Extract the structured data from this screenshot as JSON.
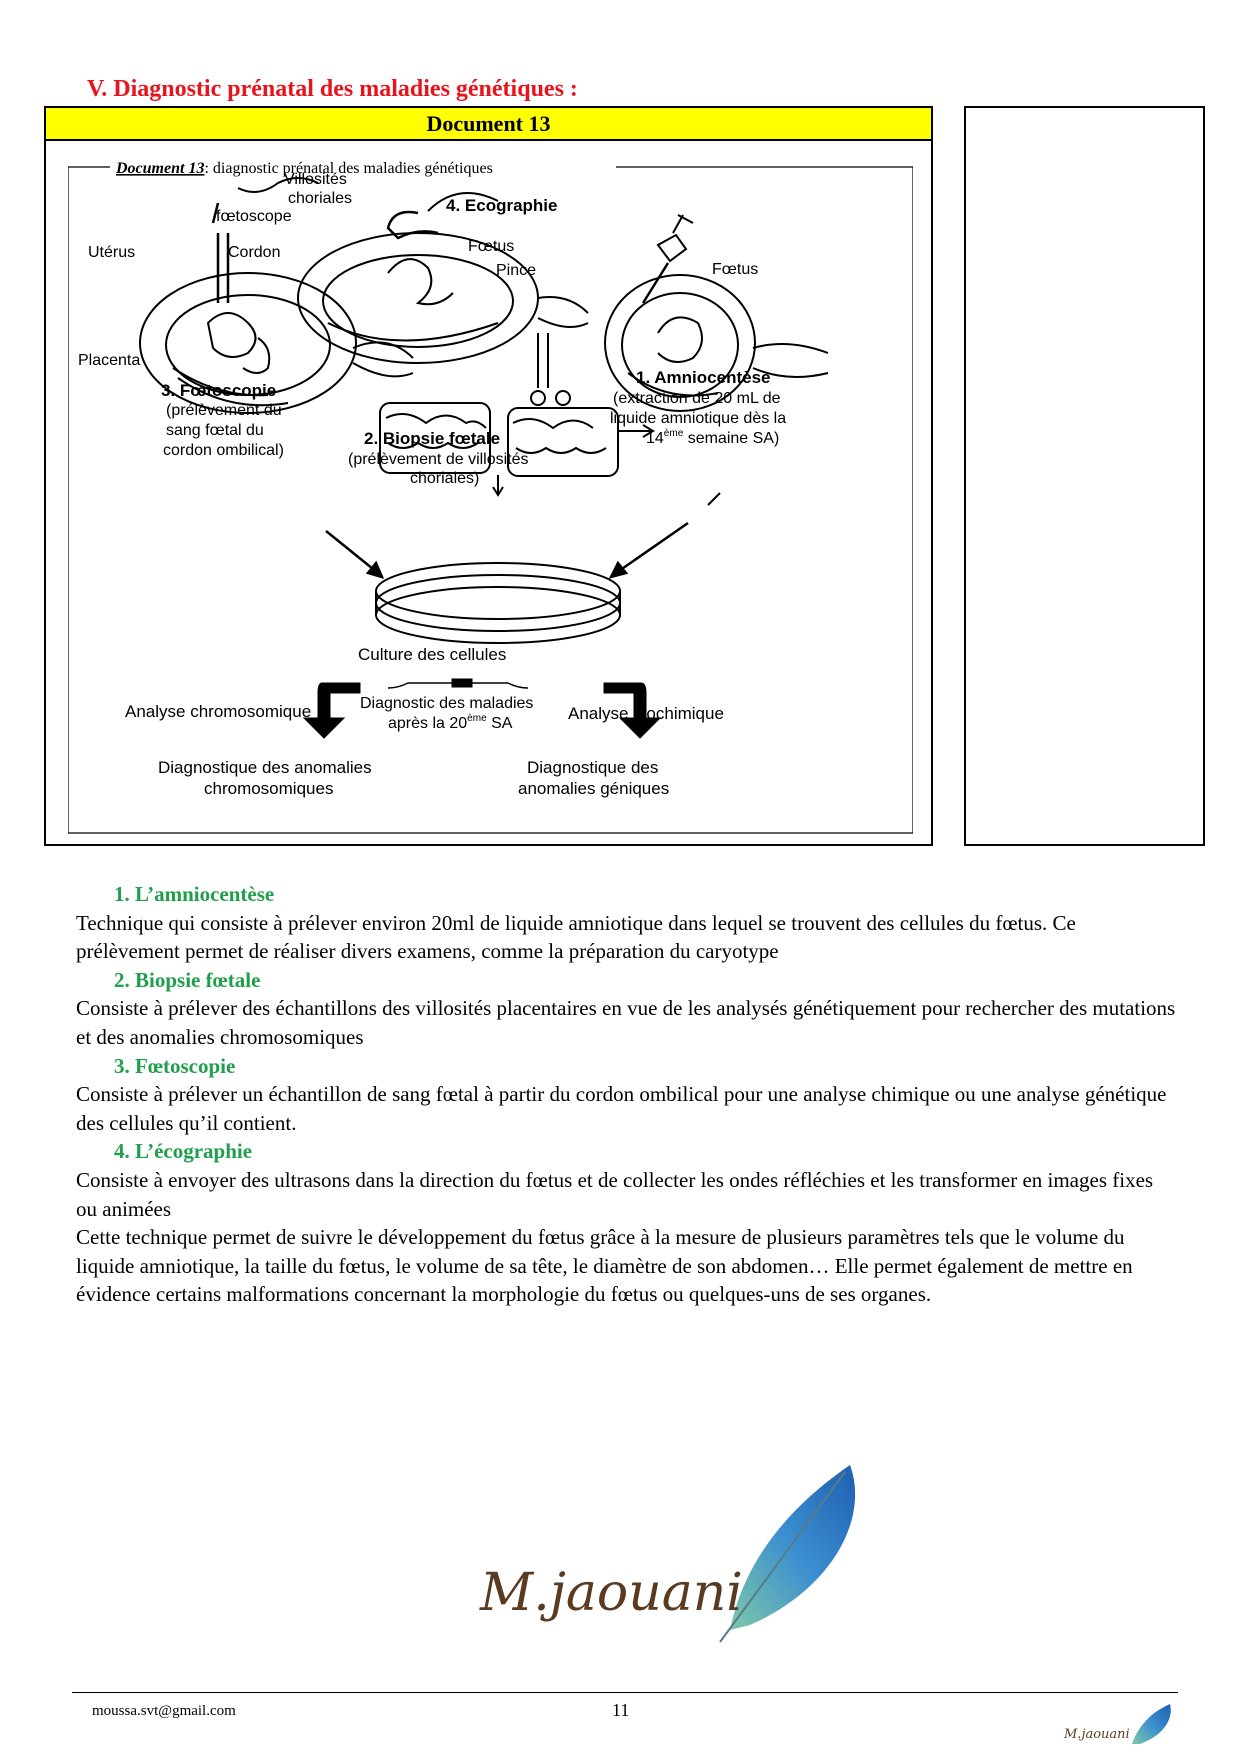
{
  "section_title": "V. Diagnostic prénatal des maladies génétiques :",
  "document": {
    "header": "Document 13",
    "caption_bold": "Document 13",
    "caption_rest": ": diagnostic prénatal des maladies génétiques"
  },
  "figure": {
    "villosites": "Villosités",
    "choriales": "choriales",
    "foetoscope": "fœtoscope",
    "uterus": "Utérus",
    "cordon": "Cordon",
    "placenta": "Placenta",
    "ecographie": "4. Ecographie",
    "foetus_mid": "Fœtus",
    "pince": "Pince",
    "foetus_right": "Fœtus",
    "foetoscopie_title": "3. Fœtoscopie",
    "foetoscopie_l1": "(prélèvement du",
    "foetoscopie_l2": "sang fœtal du",
    "foetoscopie_l3": "cordon ombilical)",
    "biopsie_title": "2. Biopsie fœtale",
    "biopsie_l1": "(prélèvement de villosités",
    "biopsie_l2": "choriales)",
    "amnio_title": "1. Amniocentèse",
    "amnio_l1": "(extraction de 20 mL de",
    "amnio_l2": "liquide amniotique dès la",
    "amnio_l3_pre": "14",
    "amnio_l3_sup": "ème",
    "amnio_l3_post": " semaine SA)",
    "culture": "Culture des cellules",
    "analyse_chromo": "Analyse chromosomique",
    "analyse_bio": "Analyse biochimique",
    "diag_mal_l1": "Diagnostic des maladies",
    "diag_mal_l2_pre": "après la 20",
    "diag_mal_l2_sup": "ème",
    "diag_mal_l2_post": " SA",
    "diag_chromo_l1": "Diagnostique des anomalies",
    "diag_chromo_l2": "chromosomiques",
    "diag_gen_l1": "Diagnostique des",
    "diag_gen_l2": "anomalies géniques"
  },
  "sections": [
    {
      "title": "1.  L’amniocentèse",
      "paragraphs": [
        "Technique qui consiste à prélever environ 20ml de liquide amniotique dans lequel se trouvent des cellules du fœtus. Ce prélèvement permet de réaliser divers examens, comme la préparation du caryotype"
      ]
    },
    {
      "title": "2.  Biopsie fœtale",
      "paragraphs": [
        "Consiste à prélever des échantillons des villosités placentaires en vue de les analysés génétiquement pour rechercher des mutations et des anomalies chromosomiques"
      ]
    },
    {
      "title": "3.  Fœtoscopie",
      "paragraphs": [
        "Consiste à prélever un échantillon de sang fœtal à partir du cordon ombilical pour une analyse chimique ou une analyse génétique des cellules qu’il contient."
      ]
    },
    {
      "title": "4.  L’écographie",
      "paragraphs": [
        "Consiste à envoyer des ultrasons dans la direction du fœtus et de collecter les ondes réfléchies et les transformer en images fixes ou animées",
        "Cette technique permet de suivre le développement du fœtus grâce à la mesure de plusieurs paramètres tels que le volume du liquide amniotique, la taille du fœtus, le volume de sa tête, le diamètre de son abdomen… Elle permet également de mettre en évidence certains malformations concernant la morphologie du fœtus ou quelques-uns de ses organes."
      ]
    }
  ],
  "logo_text": "M.jaouani",
  "footer": {
    "email": "moussa.svt@gmail.com",
    "page_number": "11",
    "mini_logo_text": "M.jaouani"
  }
}
